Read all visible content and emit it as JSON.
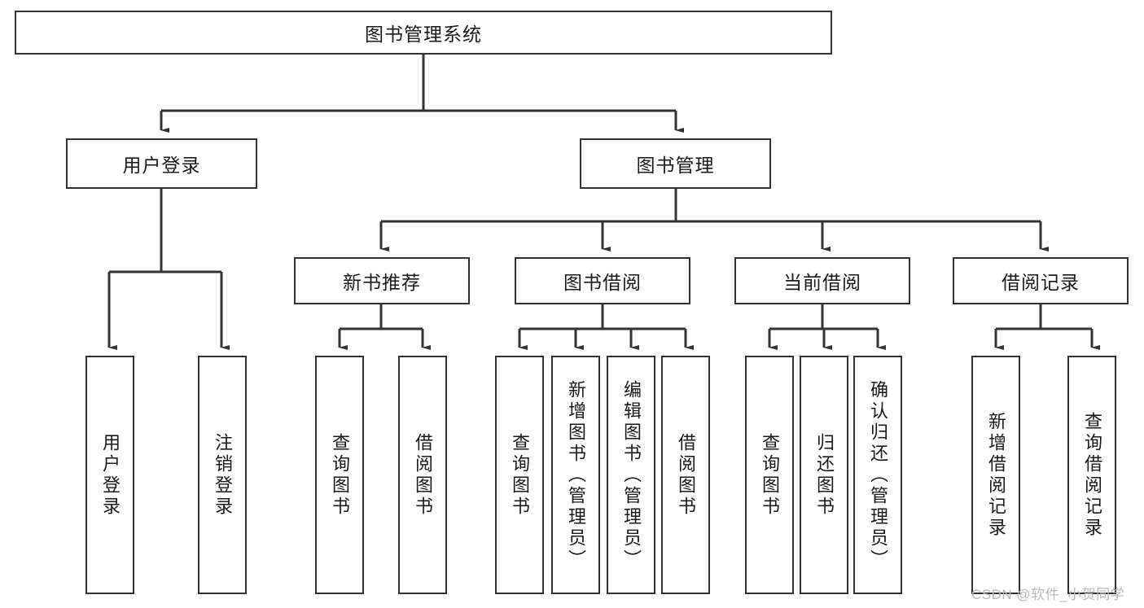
{
  "diagram": {
    "title": "图书管理系统",
    "watermark": "CSDN @软件_小贺同学",
    "line_color": "#333333",
    "box_border_color": "#333333",
    "background_color": "#ffffff",
    "text_color": "#1a1a1a",
    "nodes": {
      "root": "图书管理系统",
      "level2": {
        "user_login": "用户登录",
        "book_manage": "图书管理"
      },
      "level3": {
        "new_book_recommend": "新书推荐",
        "book_borrow": "图书借阅",
        "current_borrow": "当前借阅",
        "borrow_record": "借阅记录"
      },
      "leaves": {
        "user_login_children": [
          "用户登录",
          "注销登录"
        ],
        "new_book_recommend_children": [
          "查询图书",
          "借阅图书"
        ],
        "book_borrow_children": [
          "查询图书",
          "新增图书（管理员）",
          "编辑图书（管理员）",
          "借阅图书"
        ],
        "current_borrow_children": [
          "查询图书",
          "归还图书",
          "确认归还（管理员）"
        ],
        "borrow_record_children": [
          "新增借阅记录",
          "查询借阅记录"
        ]
      }
    }
  }
}
